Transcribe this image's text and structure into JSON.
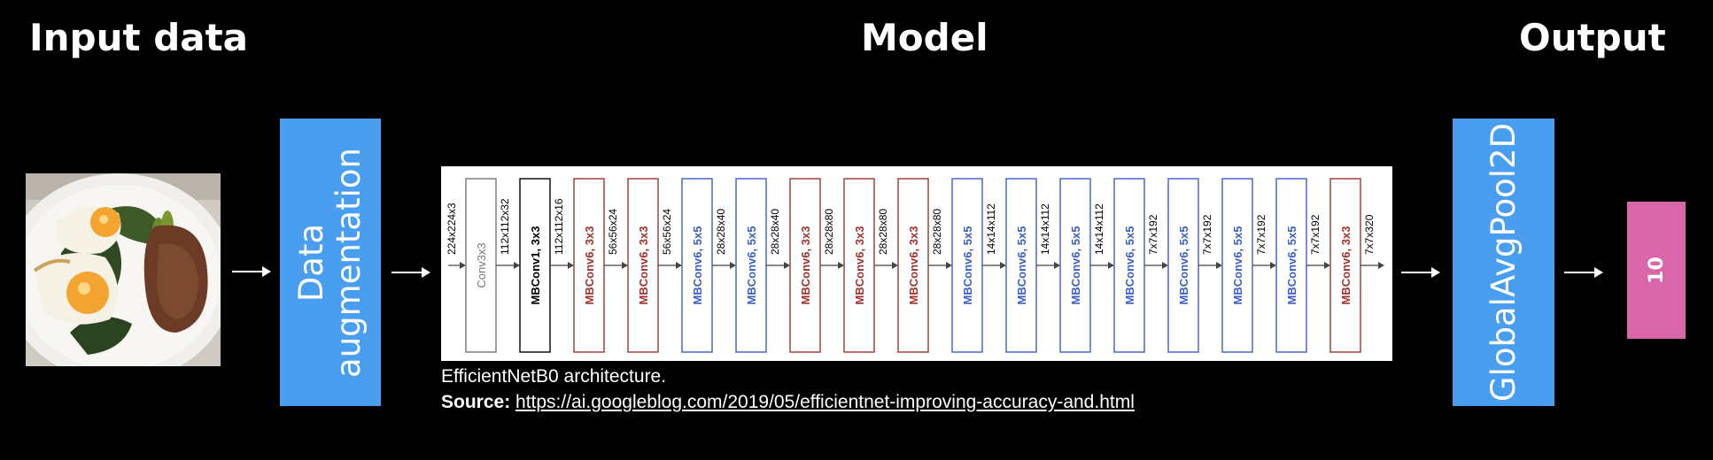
{
  "headings": {
    "input": "Input data",
    "model": "Model",
    "output": "Output"
  },
  "augmentation": {
    "line1": "Data",
    "line2": "augmentation"
  },
  "pooling": {
    "label": "GlobalAvgPool2D"
  },
  "output_block": {
    "label": "10"
  },
  "caption": "EfficientNetB0 architecture.",
  "source": {
    "label": "Source:",
    "url": "https://ai.googleblog.com/2019/05/efficientnet-improving-accuracy-and.html"
  },
  "architecture": {
    "first_dim": "224x224x3",
    "blocks": [
      {
        "label": "Conv3x3",
        "style": "gray",
        "dim": "112x112x32"
      },
      {
        "label": "MBConv1, 3x3",
        "style": "black",
        "dim": "112x112x16"
      },
      {
        "label": "MBConv6, 3x3",
        "style": "red",
        "dim": "56x56x24"
      },
      {
        "label": "MBConv6, 3x3",
        "style": "red",
        "dim": "56x56x24"
      },
      {
        "label": "MBConv6, 5x5",
        "style": "blue",
        "dim": "28x28x40"
      },
      {
        "label": "MBConv6, 5x5",
        "style": "blue",
        "dim": "28x28x40"
      },
      {
        "label": "MBConv6, 3x3",
        "style": "red",
        "dim": "28x28x80"
      },
      {
        "label": "MBConv6, 3x3",
        "style": "red",
        "dim": "28x28x80"
      },
      {
        "label": "MBConv6, 3x3",
        "style": "red",
        "dim": "28x28x80"
      },
      {
        "label": "MBConv6, 5x5",
        "style": "blue",
        "dim": "14x14x112"
      },
      {
        "label": "MBConv6, 5x5",
        "style": "blue",
        "dim": "14x14x112"
      },
      {
        "label": "MBConv6, 5x5",
        "style": "blue",
        "dim": "14x14x112"
      },
      {
        "label": "MBConv6, 5x5",
        "style": "blue",
        "dim": "7x7x192"
      },
      {
        "label": "MBConv6, 5x5",
        "style": "blue",
        "dim": "7x7x192"
      },
      {
        "label": "MBConv6, 5x5",
        "style": "blue",
        "dim": "7x7x192"
      },
      {
        "label": "MBConv6, 5x5",
        "style": "blue",
        "dim": "7x7x192"
      },
      {
        "label": "MBConv6, 3x3",
        "style": "red",
        "dim": "7x7x320"
      }
    ],
    "colors": {
      "gray": "#777777",
      "black": "#000000",
      "red": "#a0322d",
      "blue": "#3a5fc8"
    }
  }
}
